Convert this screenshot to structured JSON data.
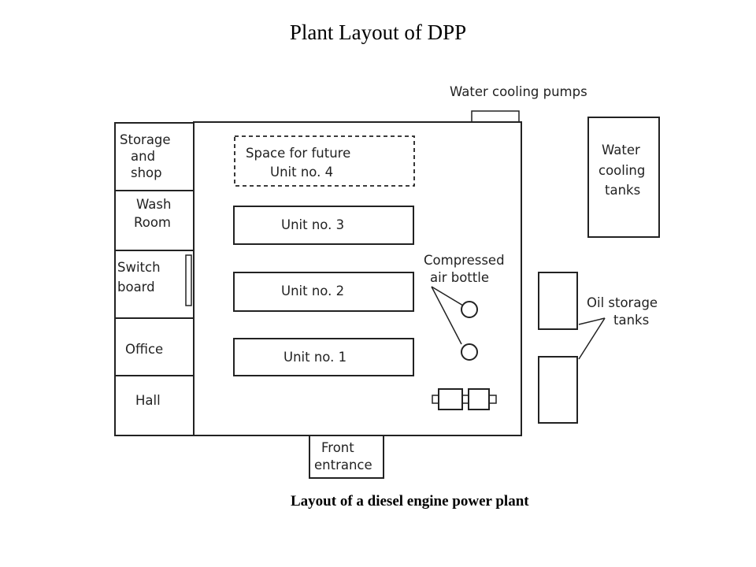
{
  "title": "Plant Layout of DPP",
  "caption": "Layout of a diesel engine power plant",
  "rooms": {
    "storage": [
      "Storage",
      "and",
      "shop"
    ],
    "wash": [
      "Wash",
      "Room"
    ],
    "switch": [
      "Switch",
      "board"
    ],
    "office": "Office",
    "hall": "Hall"
  },
  "units": {
    "future": [
      "Space for future",
      "Unit no. 4"
    ],
    "unit3": "Unit no. 3",
    "unit2": "Unit no. 2",
    "unit1": "Unit no. 1"
  },
  "labels": {
    "water_pumps": "Water cooling pumps",
    "water_tanks": [
      "Water",
      "cooling",
      "tanks"
    ],
    "air_bottle": [
      "Compressed",
      "air bottle"
    ],
    "oil_tanks": [
      "Oil storage",
      "tanks"
    ],
    "front_entrance": [
      "Front",
      "entrance"
    ]
  }
}
